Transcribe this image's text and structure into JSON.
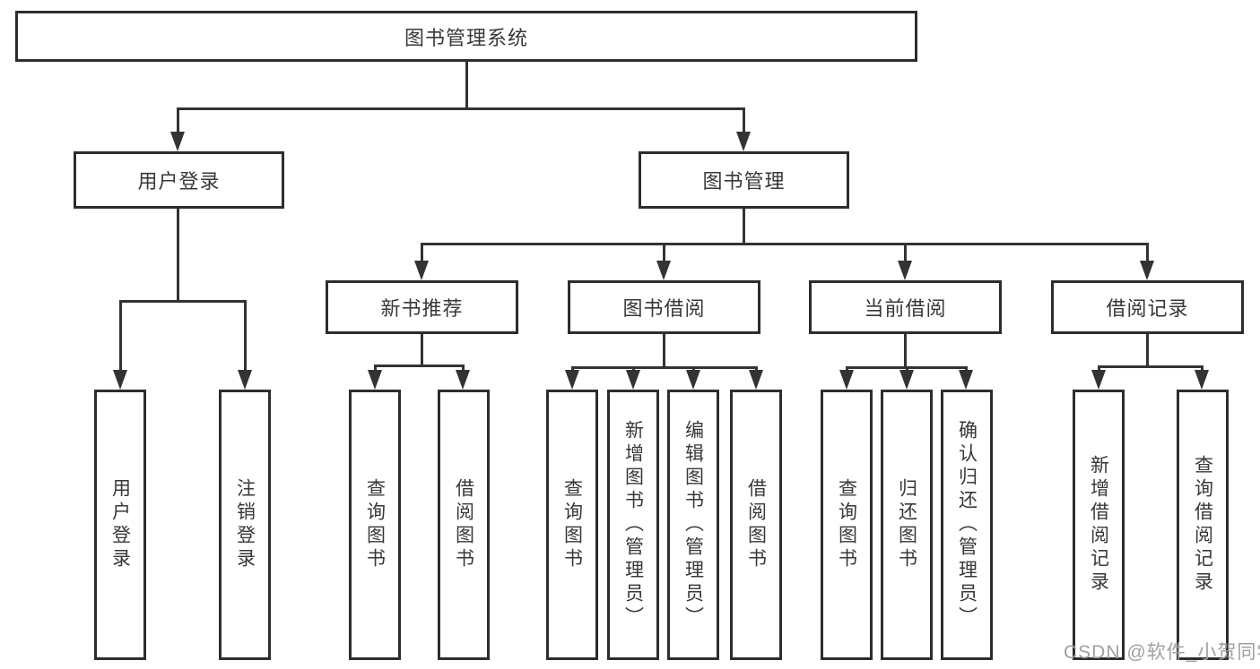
{
  "tree": {
    "label": "图书管理系统",
    "children": [
      {
        "label": "用户登录",
        "children": [
          {
            "label": "用户登录"
          },
          {
            "label": "注销登录"
          }
        ]
      },
      {
        "label": "图书管理",
        "children": [
          {
            "label": "新书推荐",
            "children": [
              {
                "label": "查询图书"
              },
              {
                "label": "借阅图书"
              }
            ]
          },
          {
            "label": "图书借阅",
            "children": [
              {
                "label": "查询图书"
              },
              {
                "label": "新增图书（管理员）"
              },
              {
                "label": "编辑图书（管理员）"
              },
              {
                "label": "借阅图书"
              }
            ]
          },
          {
            "label": "当前借阅",
            "children": [
              {
                "label": "查询图书"
              },
              {
                "label": "归还图书"
              },
              {
                "label": "确认归还（管理员）"
              }
            ]
          },
          {
            "label": "借阅记录",
            "children": [
              {
                "label": "新增借阅记录"
              },
              {
                "label": "查询借阅记录"
              }
            ]
          }
        ]
      }
    ]
  },
  "watermark": "CSDN @软件_小贺同学",
  "colors": {
    "line": "#333333",
    "border": "#2d2d2d",
    "text": "#383838",
    "watermark": "#a0a0a0",
    "background": "#ffffff"
  }
}
